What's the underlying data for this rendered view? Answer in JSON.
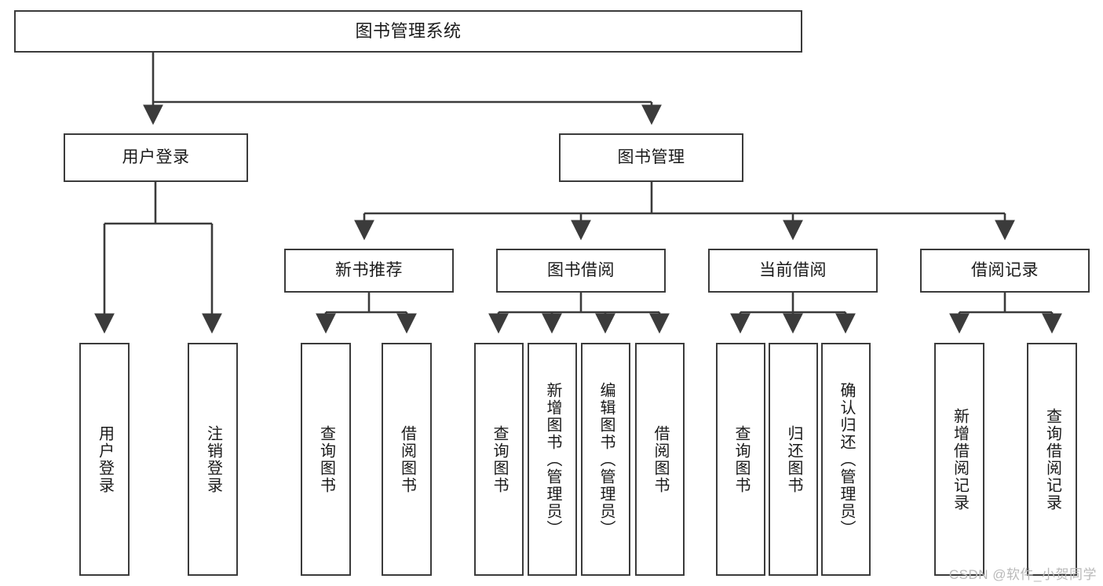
{
  "diagram": {
    "title": "图书管理系统",
    "type": "tree-structure-chart",
    "stroke_color": "#3b3b3b",
    "fill_color": "#ffffff",
    "text_color": "#1a1a1a"
  },
  "root": {
    "label": "图书管理系统"
  },
  "level1": [
    {
      "label": "用户登录"
    },
    {
      "label": "图书管理"
    }
  ],
  "level2": [
    {
      "label": "新书推荐"
    },
    {
      "label": "图书借阅"
    },
    {
      "label": "当前借阅"
    },
    {
      "label": "借阅记录"
    }
  ],
  "leaves": {
    "user_login": [
      {
        "label": "用户登录"
      },
      {
        "label": "注销登录"
      }
    ],
    "new_book_recommend": [
      {
        "label": "查询图书"
      },
      {
        "label": "借阅图书"
      }
    ],
    "book_borrow": [
      {
        "label": "查询图书"
      },
      {
        "label": "新增图书（管理员）"
      },
      {
        "label": "编辑图书（管理员）"
      },
      {
        "label": "借阅图书"
      }
    ],
    "current_borrow": [
      {
        "label": "查询图书"
      },
      {
        "label": "归还图书"
      },
      {
        "label": "确认归还（管理员）"
      }
    ],
    "borrow_record": [
      {
        "label": "新增借阅记录"
      },
      {
        "label": "查询借阅记录"
      }
    ]
  },
  "watermark": {
    "text": "CSDN @软件_小贺同学"
  }
}
